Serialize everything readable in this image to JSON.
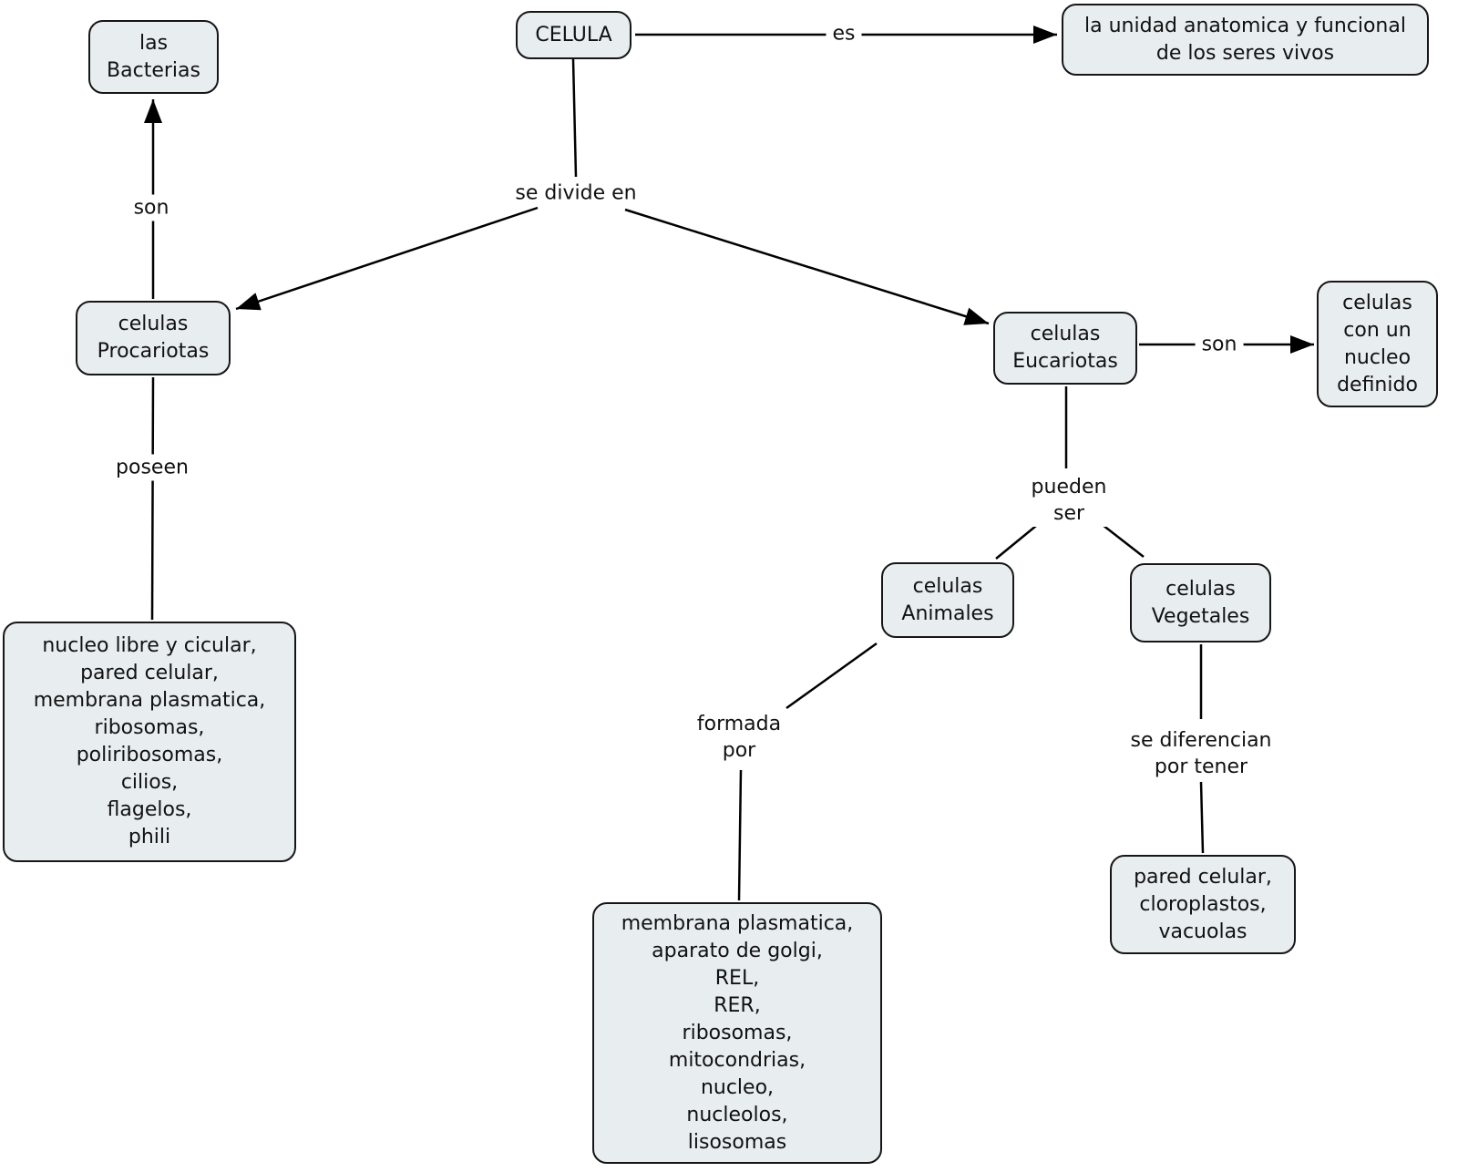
{
  "diagram": {
    "topic": "CELULA",
    "colors": {
      "background": "#ffffff",
      "node_fill": "#e8eef0",
      "node_border": "#161616",
      "line": "#000000",
      "text": "#111111"
    },
    "nodes": {
      "celula": {
        "label": "CELULA"
      },
      "definicion": {
        "label": "la unidad anatomica y funcional\nde los seres vivos"
      },
      "bacterias": {
        "label": "las\nBacterias"
      },
      "procariotas": {
        "label": "celulas\nProcariotas"
      },
      "eucariotas": {
        "label": "celulas\nEucariotas"
      },
      "nucleo_definido": {
        "label": "celulas\ncon un\nnucleo\ndefinido"
      },
      "animales": {
        "label": "celulas\nAnimales"
      },
      "vegetales": {
        "label": "celulas\nVegetales"
      },
      "procariotas_detalle": {
        "label": "nucleo libre y cicular,\npared celular,\nmembrana plasmatica,\nribosomas,\npoliribosomas,\ncilios,\nflagelos,\nphili"
      },
      "animales_detalle": {
        "label": "membrana plasmatica,\naparato de golgi,\nREL,\nRER,\nribosomas,\nmitocondrias,\nnucleo,\nnucleolos,\nlisosomas"
      },
      "vegetales_detalle": {
        "label": "pared celular,\ncloroplastos,\nvacuolas"
      }
    },
    "edge_labels": {
      "es": {
        "label": "es"
      },
      "se_divide_en": {
        "label": "se divide en"
      },
      "son_bacterias": {
        "label": "son"
      },
      "poseen": {
        "label": "poseen"
      },
      "son_definido": {
        "label": "son"
      },
      "pueden_ser": {
        "label": "pueden\nser"
      },
      "formada_por": {
        "label": "formada\npor"
      },
      "se_diferencian": {
        "label": "se diferencian\npor tener"
      }
    }
  }
}
